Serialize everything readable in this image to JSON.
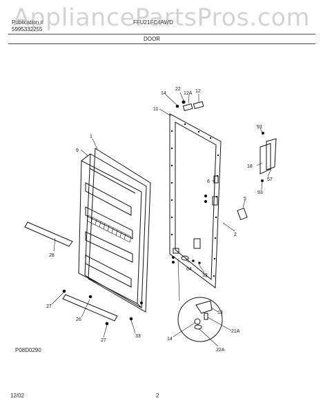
{
  "watermark": {
    "text": "AppliancePartsPros.com"
  },
  "header": {
    "publication_label": "Publication #",
    "publication_number": "5995332255",
    "model_number": "FFU21FC4AWD",
    "section_title": "DOOR"
  },
  "callouts": {
    "c1": "1",
    "c2": "2",
    "c5": "5",
    "c6": "6",
    "c9": "9",
    "c11": "11",
    "c12": "12",
    "c12a": "12A",
    "c13": "13",
    "c14": "14",
    "c18": "18",
    "c21a": "21A",
    "c22": "22",
    "c22a": "22A",
    "c26": "26",
    "c27": "27",
    "c28": "28",
    "c32": "32",
    "c33": "33",
    "c57": "57",
    "c64": "64",
    "c93": "93"
  },
  "footer": {
    "diagram_code": "P08D0290",
    "date": "12/02",
    "page_number": "2"
  }
}
